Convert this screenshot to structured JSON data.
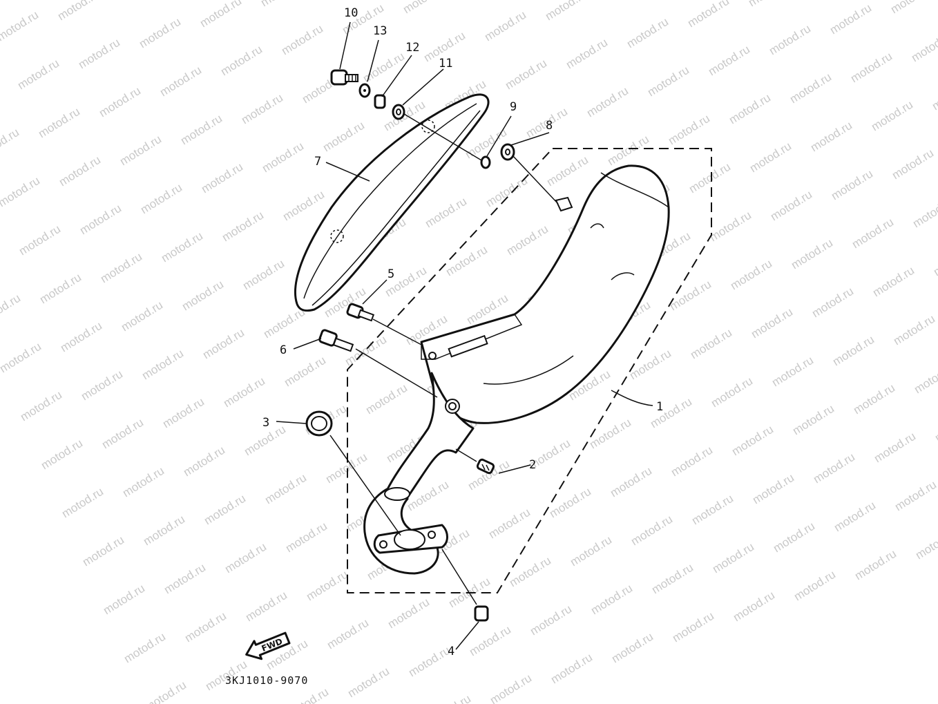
{
  "watermark": {
    "text": "motod.ru",
    "color": "#c9c9c9"
  },
  "diagram": {
    "callouts": [
      {
        "id": "10",
        "label": "10"
      },
      {
        "id": "13",
        "label": "13"
      },
      {
        "id": "12",
        "label": "12"
      },
      {
        "id": "11",
        "label": "11"
      },
      {
        "id": "9",
        "label": "9"
      },
      {
        "id": "8",
        "label": "8"
      },
      {
        "id": "7",
        "label": "7"
      },
      {
        "id": "5",
        "label": "5"
      },
      {
        "id": "6",
        "label": "6"
      },
      {
        "id": "3",
        "label": "3"
      },
      {
        "id": "1",
        "label": "1"
      },
      {
        "id": "2",
        "label": "2"
      },
      {
        "id": "4",
        "label": "4"
      }
    ],
    "direction_label": "FWD",
    "diagram_code": "3KJ1010-9070",
    "line_color": "#111111"
  }
}
